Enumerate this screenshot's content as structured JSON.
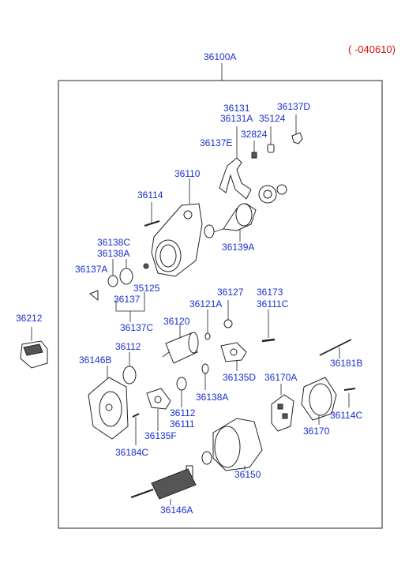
{
  "date_code": "( -040610)",
  "assembly_label": "36100A",
  "labels": {
    "l36131": "36131",
    "l36131A": "36131A",
    "l36137D": "36137D",
    "l35124": "35124",
    "l32824": "32824",
    "l36137E": "36137E",
    "l36110": "36110",
    "l36114": "36114",
    "l36138C": "36138C",
    "l36138A_top": "36138A",
    "l36139A": "36139A",
    "l36137A": "36137A",
    "l35125": "35125",
    "l36137": "36137",
    "l36137C": "36137C",
    "l36212": "36212",
    "l36127": "36127",
    "l36173": "36173",
    "l36111C": "36111C",
    "l36121A": "36121A",
    "l36120": "36120",
    "l36112_top": "36112",
    "l36146B": "36146B",
    "l36181B": "36181B",
    "l36135D": "36135D",
    "l36170A": "36170A",
    "l36138A_mid": "36138A",
    "l36114C": "36114C",
    "l36112_bot": "36112",
    "l36111": "36111",
    "l36170": "36170",
    "l36135F": "36135F",
    "l36184C": "36184C",
    "l36150": "36150",
    "l36146A": "36146A"
  }
}
